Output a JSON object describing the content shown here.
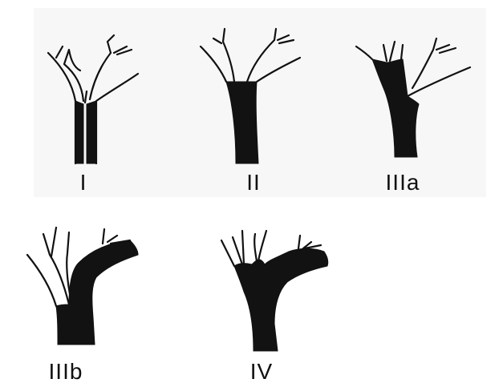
{
  "diagram": {
    "types": [
      {
        "id": "type-1",
        "label": "I"
      },
      {
        "id": "type-2",
        "label": "II"
      },
      {
        "id": "type-3a",
        "label": "IIIa"
      },
      {
        "id": "type-3b",
        "label": "IIIb"
      },
      {
        "id": "type-4",
        "label": "IV"
      }
    ],
    "colors": {
      "tumor": "#121212",
      "duct_outline": "#111111",
      "background": "#ffffff"
    }
  }
}
